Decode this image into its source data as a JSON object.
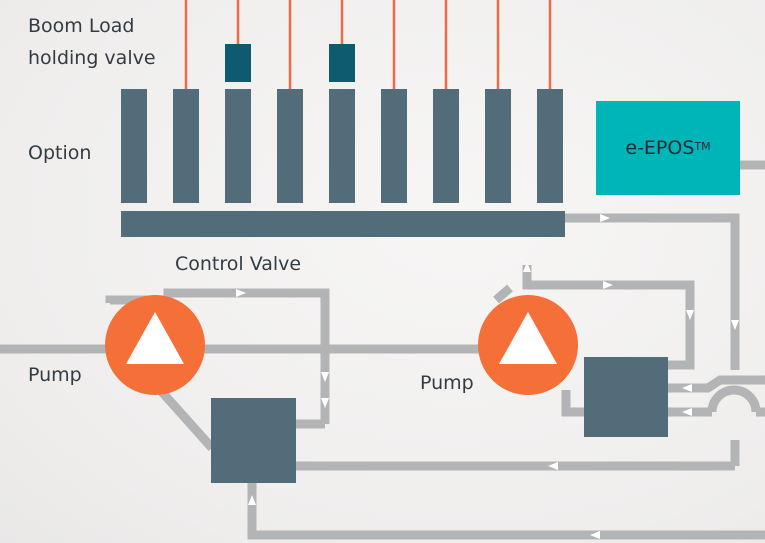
{
  "labels": {
    "boom_line1": "Boom Load",
    "boom_line2": "holding valve",
    "option": "Option",
    "control_valve": "Control Valve",
    "pump_left": "Pump",
    "pump_right": "Pump"
  },
  "eepos": {
    "text": "e-EPOS",
    "mark": "TM"
  },
  "colors": {
    "block": "#536c79",
    "block_dark": "#0e5b6f",
    "eepos": "#00b5b8",
    "pump": "#f47038",
    "line": "#b3b4b5",
    "signal": "#ec6a47"
  }
}
